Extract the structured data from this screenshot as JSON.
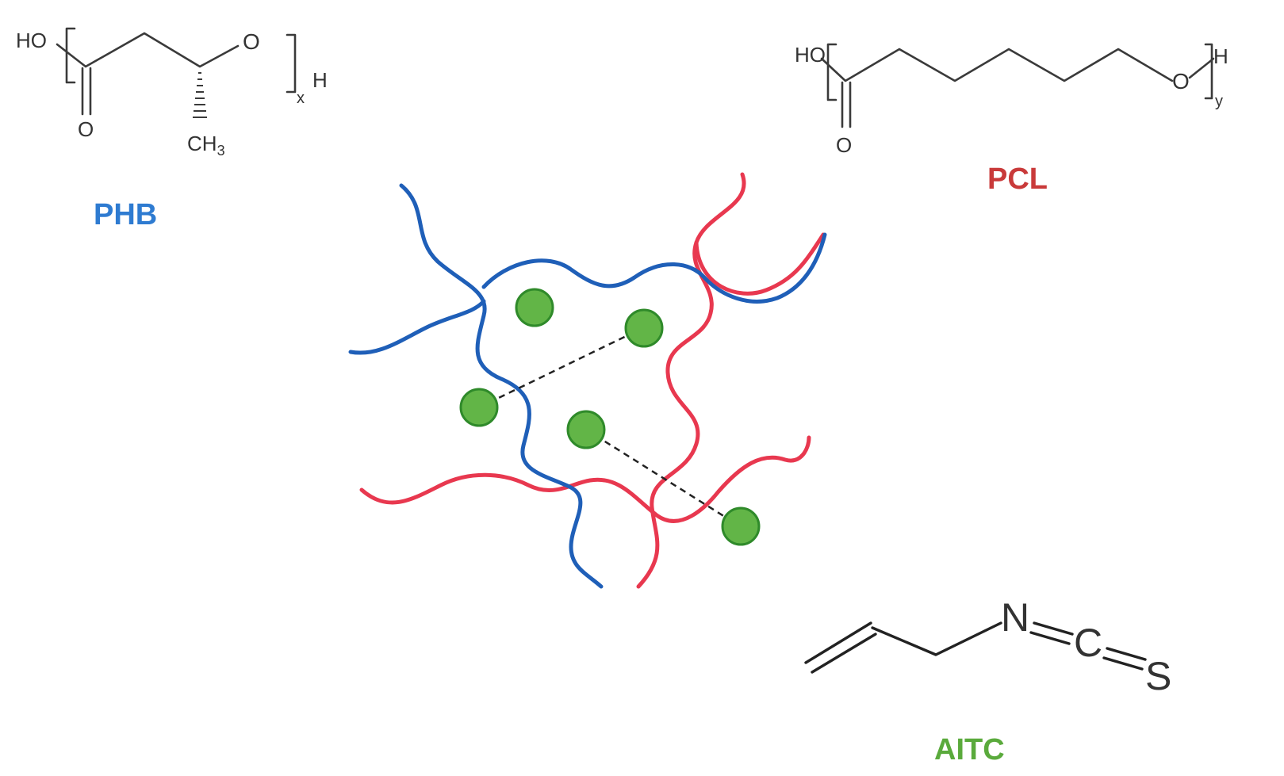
{
  "colors": {
    "phb": "#1f5fb8",
    "pcl": "#e8384f",
    "aitc": "#62b547",
    "aitc_stroke": "#2f8a2a",
    "phb_label": "#2e7bd1",
    "pcl_label": "#c93a3a",
    "aitc_label": "#5aaa3c"
  },
  "labels": {
    "phb": "PHB",
    "pcl": "PCL",
    "aitc": "AITC"
  },
  "phb_structure": {
    "terminal_left": "HO",
    "oxygen_chain": "O",
    "oxygen_carbonyl": "O",
    "methyl": "CH",
    "methyl_sub": "3",
    "repeat": "x",
    "terminal_right": "H"
  },
  "pcl_structure": {
    "terminal_left": "HO",
    "oxygen_chain": "O",
    "oxygen_carbonyl": "O",
    "repeat": "y",
    "terminal_right": "H"
  },
  "aitc_structure": {
    "nitrogen": "N",
    "carbon": "C",
    "sulfur": "S"
  }
}
